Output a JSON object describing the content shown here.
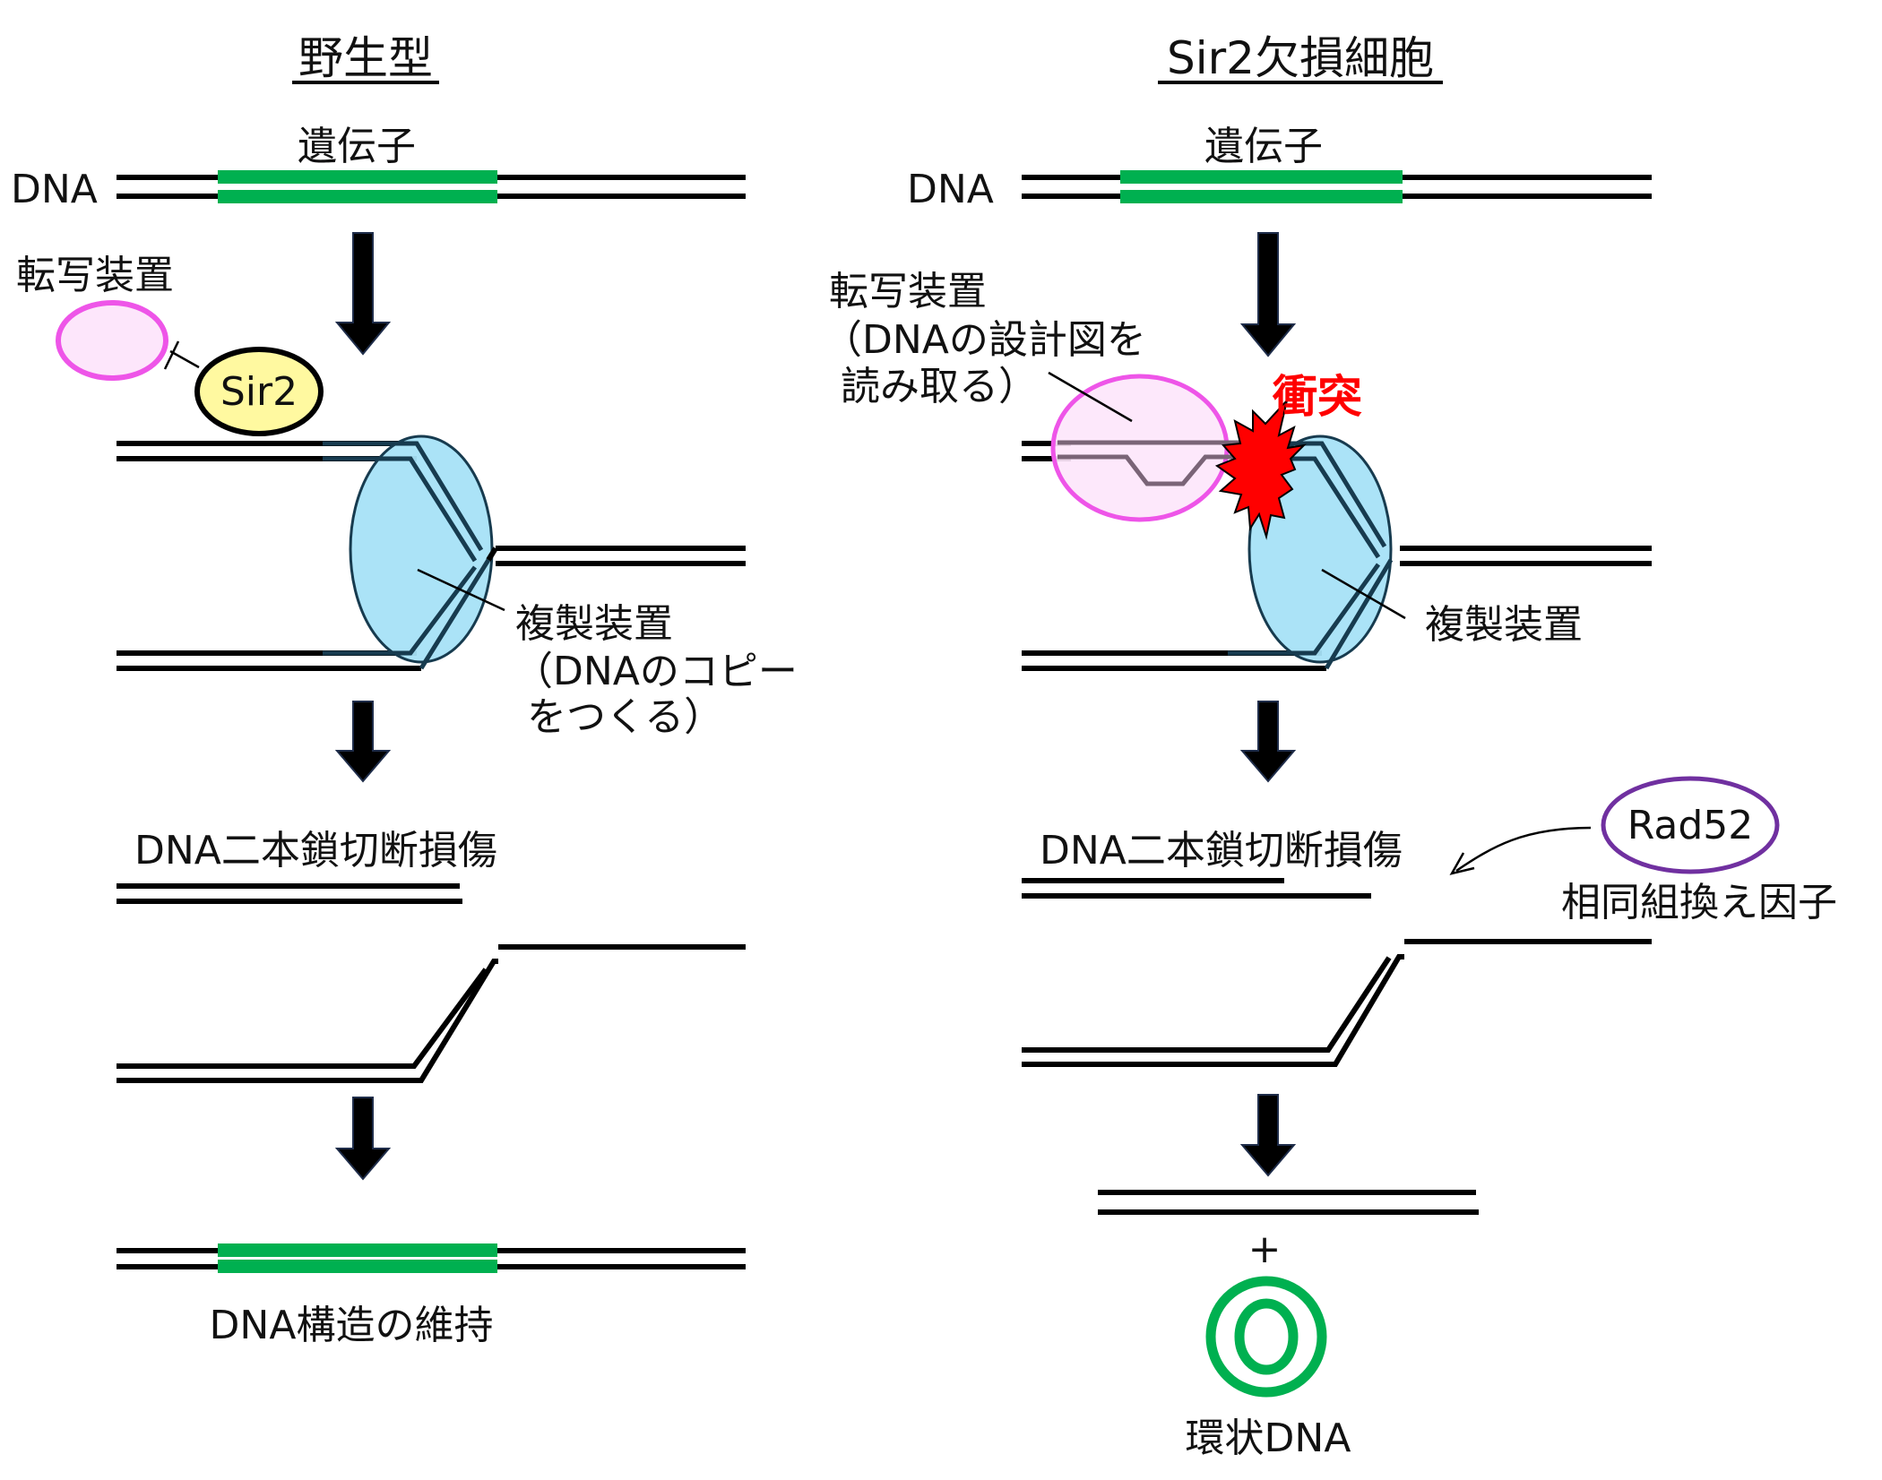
{
  "panels": {
    "wild_type": {
      "title": "野生型",
      "dna_label": "DNA",
      "gene_label": "遺伝子",
      "transcription_label": "転写装置",
      "sir2_label": "Sir2",
      "replication_label_line1": "複製装置",
      "replication_label_line2": "（DNAのコピー",
      "replication_label_line3": "をつくる）",
      "dsb_label": "DNA二本鎖切断損傷",
      "result_label": "DNA構造の維持"
    },
    "sir2_deletion": {
      "title": "Sir2欠損細胞",
      "dna_label": "DNA",
      "gene_label": "遺伝子",
      "transcription_label_line1": "転写装置",
      "transcription_label_line2": "（DNAの設計図を",
      "transcription_label_line3": "読み取る）",
      "collision_label": "衝突",
      "replication_label": "複製装置",
      "dsb_label": "DNA二本鎖切断損傷",
      "rad52_label": "Rad52",
      "rad52_desc": "相同組換え因子",
      "plus_sign": "+",
      "result_label": "環状DNA"
    }
  },
  "colors": {
    "gene_green": "#00b050",
    "transcription_fill": "#fde6fb",
    "transcription_stroke": "#ee55e8",
    "sir2_fill": "#fff9a0",
    "replication_fill": "#a6e1f7",
    "collision_red": "#ff0000",
    "rad52_stroke": "#7030a0"
  }
}
